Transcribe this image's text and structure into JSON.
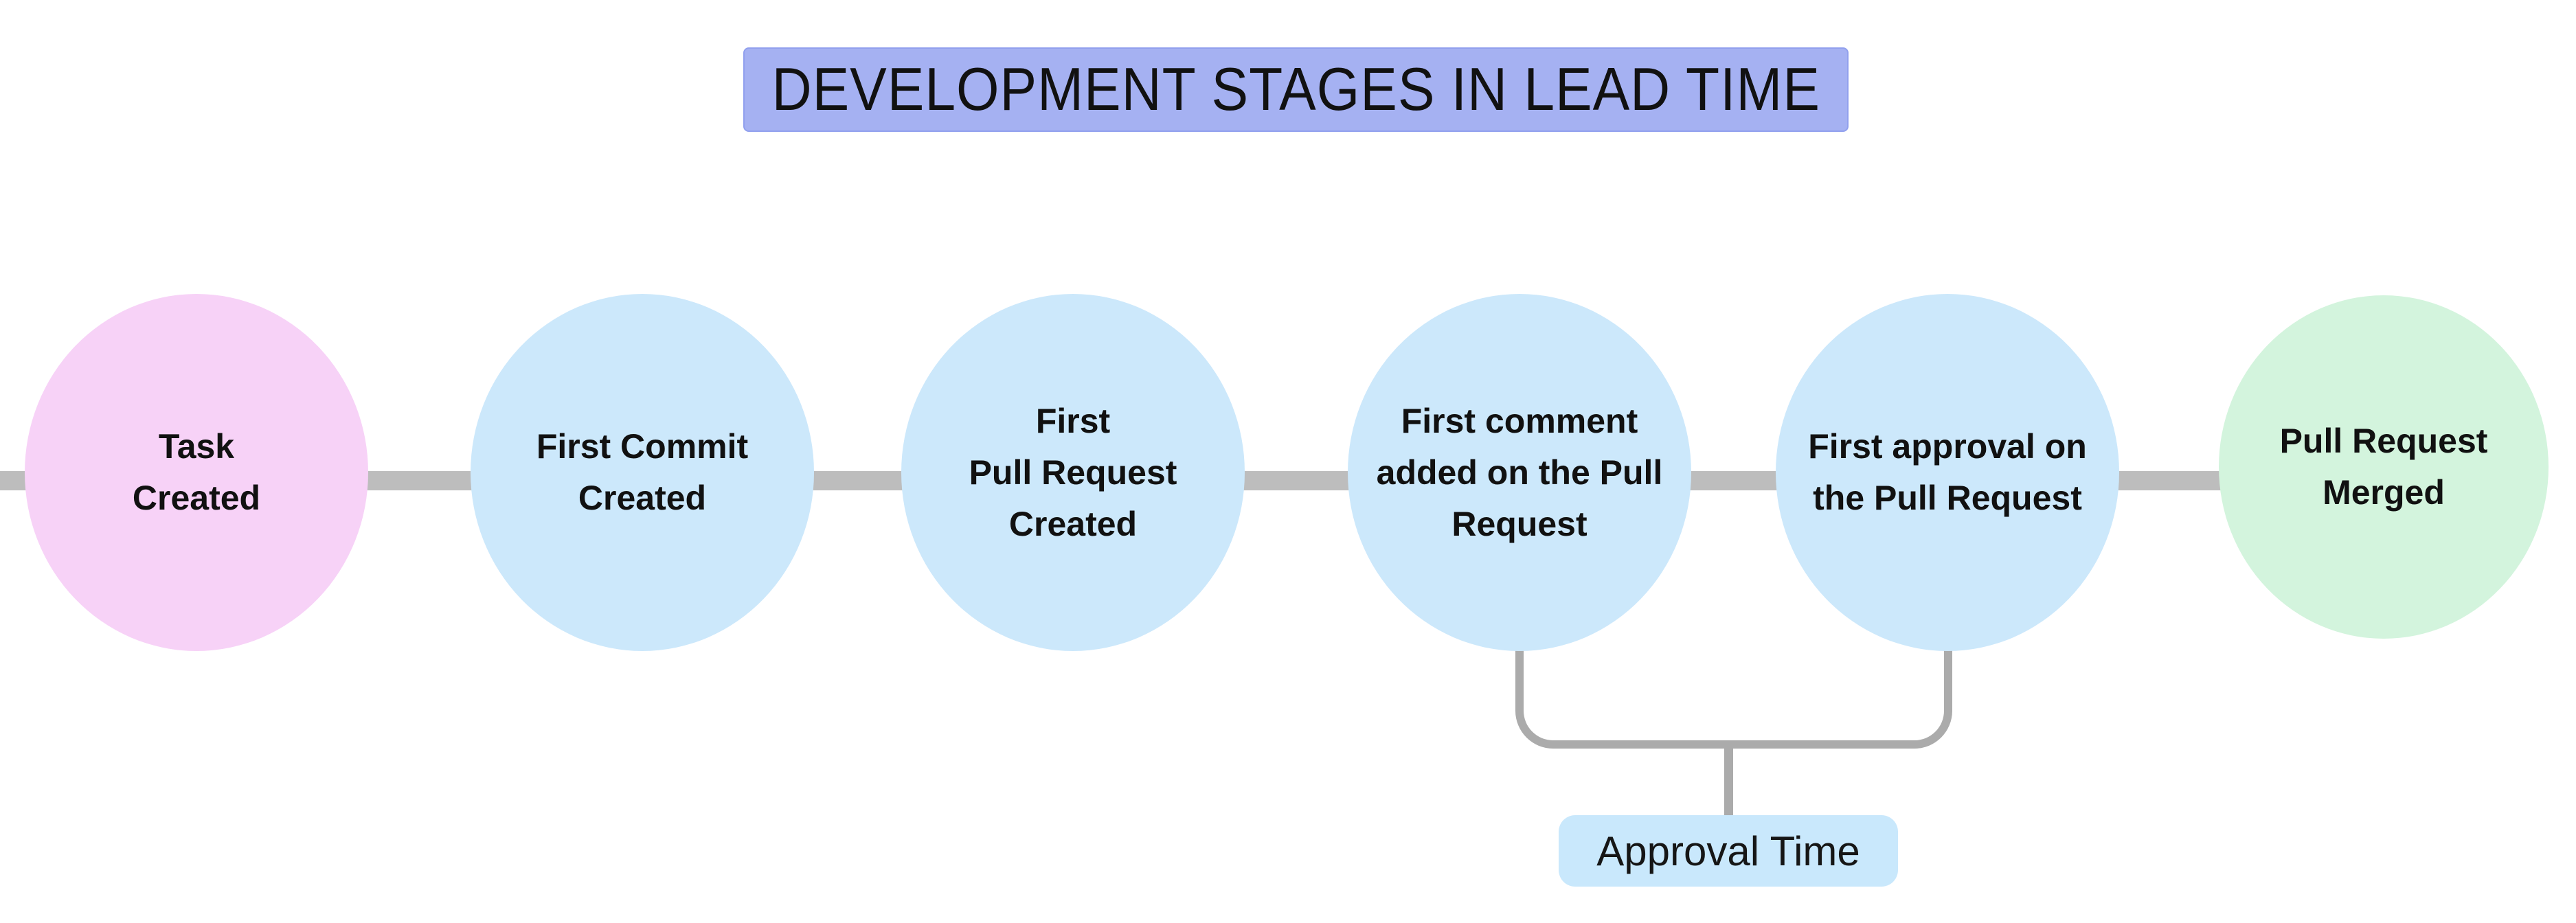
{
  "title": {
    "text": "DEVELOPMENT STAGES IN LEAD TIME",
    "bg_color": "#a5b1f2"
  },
  "stages": [
    {
      "label": "Task\nCreated",
      "color": "#f7d2f7"
    },
    {
      "label": "First Commit\nCreated",
      "color": "#cce8fb"
    },
    {
      "label": "First\nPull Request\nCreated",
      "color": "#cce8fb"
    },
    {
      "label": "First comment\nadded on the Pull\nRequest",
      "color": "#cce8fb"
    },
    {
      "label": "First approval on\nthe Pull Request",
      "color": "#cce8fb"
    },
    {
      "label": "Pull Request\nMerged",
      "color": "#d3f4dd"
    }
  ],
  "annotation": {
    "label": "Approval Time",
    "bg_color": "#c9e8fc",
    "spans_from_stage": "First comment added on the Pull Request",
    "spans_to_stage": "First approval on the Pull Request"
  },
  "colors": {
    "connector": "#bdbdbd",
    "bracket": "#ababab",
    "text": "#111111"
  }
}
